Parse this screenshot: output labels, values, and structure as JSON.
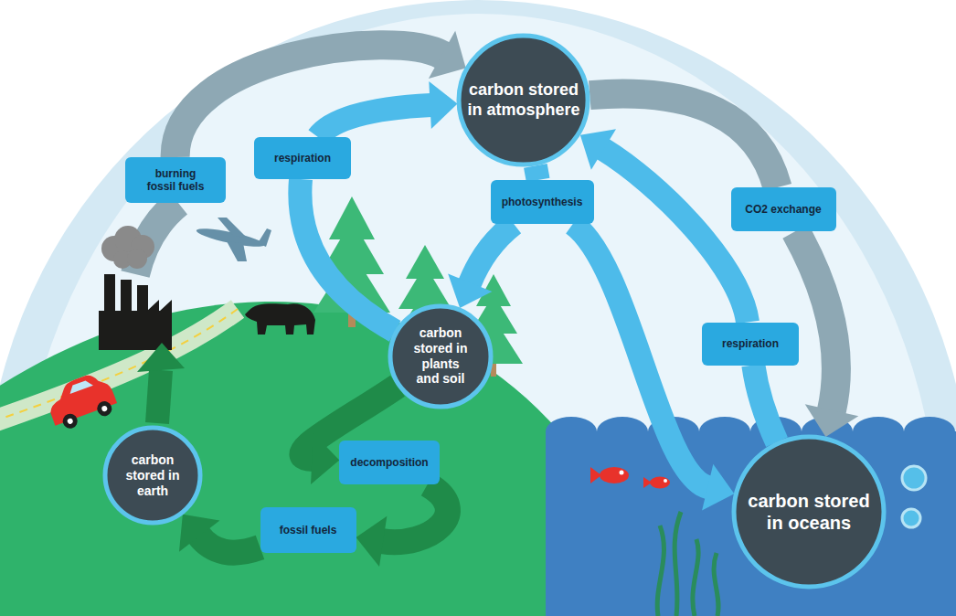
{
  "diagram": {
    "nodes": [
      {
        "text": [
          "carbon stored in atmosphere"
        ]
      },
      {
        "text": [
          "burning fossil fuels"
        ]
      },
      {
        "text": [
          "respiration"
        ]
      },
      {
        "text": [
          "photosynthesis"
        ]
      },
      {
        "text": [
          "CO2 exchange"
        ]
      },
      {
        "text": [
          "carbon stored in plants and soil"
        ]
      },
      {
        "text": [
          "respiration"
        ]
      },
      {
        "text": [
          "carbon stored in earth"
        ]
      },
      {
        "text": [
          "decomposition"
        ]
      },
      {
        "text": [
          "carbon stored in oceans"
        ]
      },
      {
        "text": [
          "fossil fuels"
        ]
      }
    ],
    "edges": [
      {
        "from": 1,
        "to": 0,
        "arrow": "to"
      },
      {
        "from": 5,
        "to": 2,
        "arrow": "none"
      },
      {
        "from": 2,
        "to": 0,
        "arrow": "to"
      },
      {
        "from": 0,
        "to": 3,
        "arrow": "none"
      },
      {
        "from": 3,
        "to": 5,
        "arrow": "to"
      },
      {
        "from": 3,
        "to": 9,
        "arrow": "to"
      },
      {
        "from": 9,
        "to": 6,
        "arrow": "none"
      },
      {
        "from": 6,
        "to": 0,
        "arrow": "to"
      },
      {
        "from": 0,
        "to": 4,
        "arrow": "none"
      },
      {
        "from": 4,
        "to": 9,
        "arrow": "to"
      },
      {
        "from": 5,
        "to": 8,
        "arrow": "to"
      },
      {
        "from": 8,
        "to": 10,
        "arrow": "to"
      },
      {
        "from": 10,
        "to": 7,
        "arrow": "to"
      }
    ]
  }
}
